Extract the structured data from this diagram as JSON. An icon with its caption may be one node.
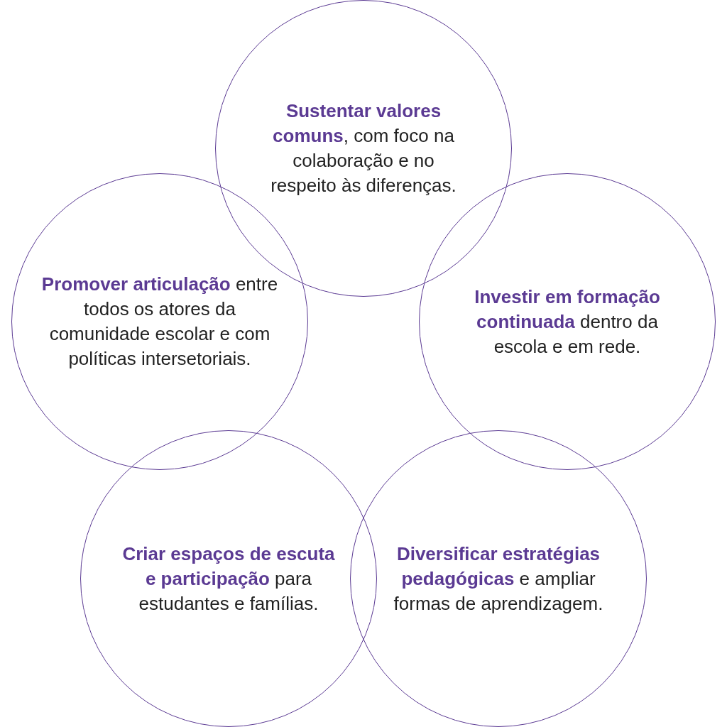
{
  "diagram": {
    "nodes": [
      {
        "text": [
          "**Sustentar valores comuns**, com foco na colaboração e no respeito às diferenças."
        ]
      },
      {
        "text": [
          "**Promover articulação** entre todos os atores da comunidade escolar e com políticas intersetoriais."
        ]
      },
      {
        "text": [
          "**Investir em formação continuada** dentro da escola e em rede."
        ]
      },
      {
        "text": [
          "**Criar espaços de escuta e participação** para estudantes e famílias."
        ]
      },
      {
        "text": [
          "**Diversificar estratégias pedagógicas** e ampliar formas de aprendizagem."
        ]
      }
    ]
  }
}
